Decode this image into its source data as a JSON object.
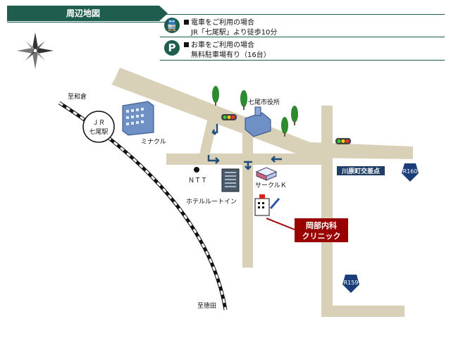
{
  "header": {
    "title": "周辺地図"
  },
  "access": [
    {
      "icon": "train-icon",
      "heading": "電車をご利用の場合",
      "detail": "JR「七尾駅」より徒歩10分"
    },
    {
      "icon": "parking-icon",
      "heading": "お車をご利用の場合",
      "detail": "無料駐車場有り（16台）"
    }
  ],
  "map": {
    "railway": {
      "station_line1": "ＪＲ",
      "station_line2": "七尾駅",
      "north_dir": "至和倉",
      "south_dir": "至徳田"
    },
    "labels": {
      "city_hall": "七尾市役所",
      "minakuru": "ミナクル",
      "ntt": "ＮＴＴ",
      "hotel": "ホテルルートイン",
      "circle_k": "サークルＫ",
      "intersection": "川原町交差点"
    },
    "routes": {
      "r160": "R160",
      "r159": "R159"
    },
    "clinic": {
      "line1": "岡部内科",
      "line2": "クリニック"
    },
    "colors": {
      "road": "#d8d1b8",
      "header": "#1f5e4f",
      "clinic_box": "#990000",
      "route_shield": "#1b3d7a",
      "arrow": "#1f4e79",
      "tree": "#2e8a2e"
    }
  }
}
